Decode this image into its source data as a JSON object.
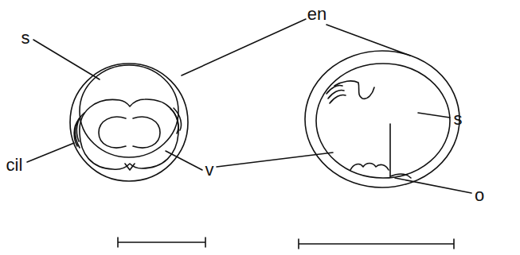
{
  "diagram": {
    "labels": [
      "en",
      "s",
      "cil",
      "v",
      "s",
      "o"
    ]
  }
}
